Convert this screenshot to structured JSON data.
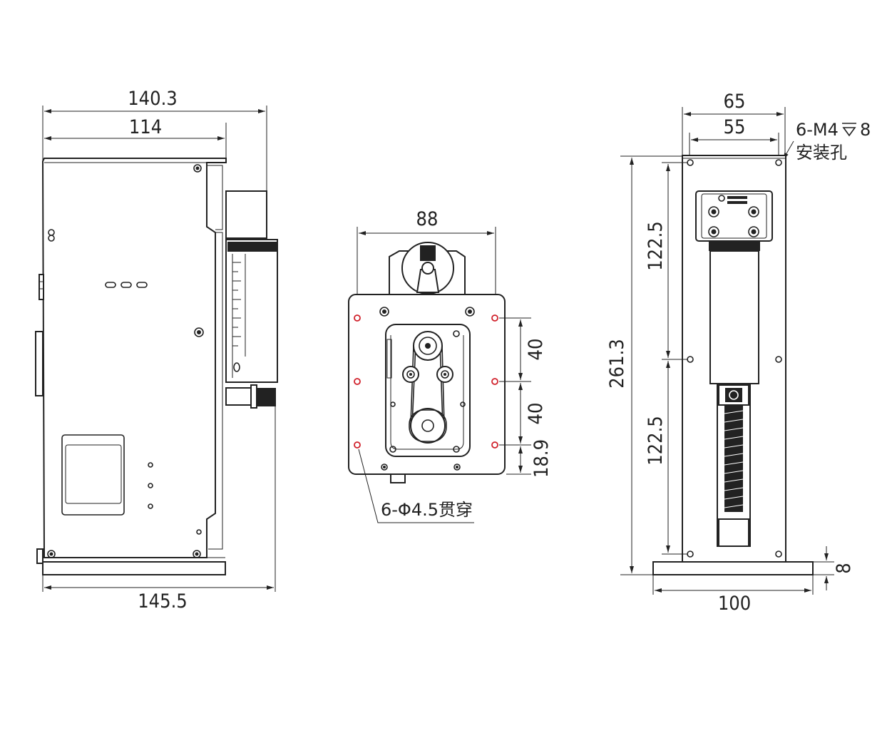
{
  "front_view": {
    "dims": {
      "overall_top": "140.3",
      "body_top": "114",
      "overall_bottom": "145.5"
    }
  },
  "side_view": {
    "dims": {
      "hole_spacing_width": "88",
      "upper_spacing": "40",
      "lower_spacing": "40",
      "bottom_offset": "18.9"
    },
    "hole_note": "6-Φ4.5贯穿"
  },
  "back_view": {
    "dims": {
      "overall_width": "65",
      "hole_width": "55",
      "height": "261.3",
      "upper_half": "122.5",
      "lower_half": "122.5",
      "base_thickness": "8",
      "base_width": "100"
    },
    "thread_note": "6-M4",
    "thread_depth": "8",
    "thread_note_2": "安装孔"
  },
  "colors": {
    "line": "#222222",
    "hole_marker": "#d0202a"
  }
}
